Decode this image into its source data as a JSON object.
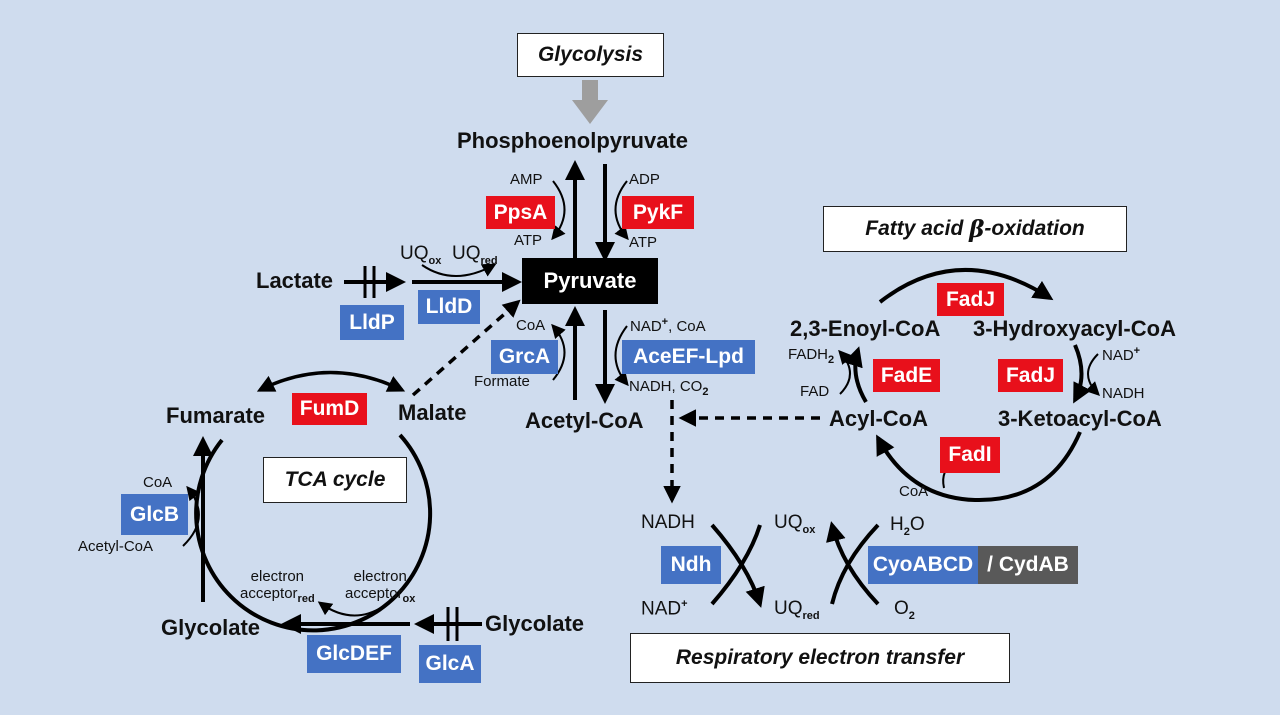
{
  "boxes": {
    "glycolysis": "Glycolysis",
    "fatty_prefix": "Fatty acid ",
    "fatty_beta": "β",
    "fatty_suffix": "-oxidation",
    "tca": "TCA cycle",
    "respiratory": "Respiratory electron transfer"
  },
  "metabolites": {
    "pep": "Phosphoenolpyruvate",
    "pyruvate": "Pyruvate",
    "lactate": "Lactate",
    "acetyl_coa": "Acetyl-CoA",
    "fumarate": "Fumarate",
    "malate": "Malate",
    "glycolate_left": "Glycolate",
    "glycolate_right": "Glycolate",
    "enoyl_coa": "2,3-Enoyl-CoA",
    "hydroxyacyl_coa": "3-Hydroxyacyl-CoA",
    "acyl_coa": "Acyl-CoA",
    "ketoacyl_coa": "3-Ketoacyl-CoA",
    "nadh": "NADH",
    "nad_plus": "NAD",
    "uq": "UQ",
    "h2o_h": "H",
    "h2o_2": "2",
    "h2o_o": "O",
    "o2_o": "O",
    "o2_2": "2"
  },
  "cofactors": {
    "amp": "AMP",
    "atp_left": "ATP",
    "adp": "ADP",
    "atp_right": "ATP",
    "uq_ox_main": "UQ",
    "uq_ox_sub": "ox",
    "uq_red_main": "UQ",
    "uq_red_sub": "red",
    "coa_grca": "CoA",
    "formate": "Formate",
    "nad_coa_a": "NAD",
    "nad_coa_b": ", CoA",
    "nadh_co2_a": "NADH, CO",
    "nadh_co2_b": "2",
    "fadh_a": "FADH",
    "fadh_b": "2",
    "fad": "FAD",
    "nad_fadj": "NAD",
    "nadh_fadj": "NADH",
    "coa_fadi": "CoA",
    "coa_glcb": "CoA",
    "acetyl_coa_glcb": "Acetyl-CoA",
    "ea_red_1": "electron",
    "ea_red_2": "acceptor",
    "ea_red_sub": "red",
    "ea_ox_1": "electron",
    "ea_ox_2": "acceptor",
    "ea_ox_sub": "ox",
    "plus": "+",
    "uq_ox_sub2": "ox",
    "uq_red_sub2": "red"
  },
  "enzymes": {
    "ppsA": "PpsA",
    "pykF": "PykF",
    "lldP": "LldP",
    "lldD": "LldD",
    "grcA": "GrcA",
    "aceEF": "AceEF-Lpd",
    "fumD": "FumD",
    "glcB": "GlcB",
    "glcDEF": "GlcDEF",
    "glcA": "GlcA",
    "fadJ_top": "FadJ",
    "fadE": "FadE",
    "fadJ_mid": "FadJ",
    "fadI": "FadI",
    "ndh": "Ndh",
    "cyoABCD": "CyoABCD",
    "cydAB": "/ CydAB"
  },
  "colors": {
    "background": "#cfdcee",
    "red_enzyme": "#e8101b",
    "blue_enzyme": "#4472c4",
    "grey_enzyme": "#595959",
    "glycolysis_arrow": "#9e9e9e"
  }
}
